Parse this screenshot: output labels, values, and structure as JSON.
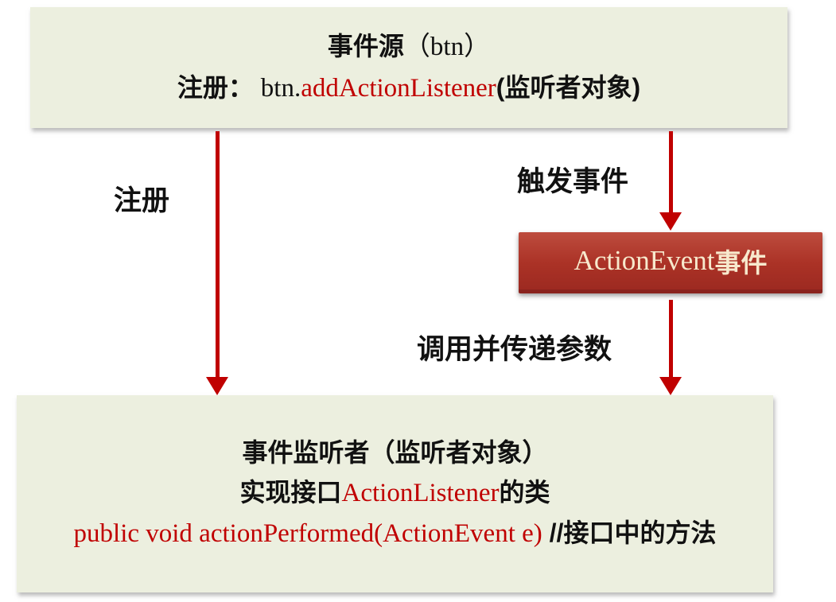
{
  "colors": {
    "canvas_bg": "#ffffff",
    "flow_box_bg": "#ecefdf",
    "arrow_red": "#c00000",
    "code_red": "#c00000",
    "text_black": "#111111",
    "event_box_gradient_top": "#bd4c3e",
    "event_box_gradient_bottom": "#9d2a21",
    "event_box_border": "#8a231e",
    "event_box_text": "#f7e9cd"
  },
  "source_box": {
    "title": {
      "cjk": "事件源",
      "paren_latin": "（btn）"
    },
    "register_line": {
      "label": "注册： ",
      "code_black": "btn.",
      "code_red": "addActionListener",
      "tail": "(监听者对象)"
    }
  },
  "edge_labels": {
    "register": "注册",
    "trigger": "触发事件",
    "invoke": "调用并传递参数"
  },
  "event_box": {
    "latin": "ActionEvent",
    "cjk": "事件"
  },
  "listener_box": {
    "line1": "事件监听者（监听者对象）",
    "line2": {
      "prefix": "实现接口",
      "interface_red": "ActionListener",
      "suffix": "的类"
    },
    "line3": {
      "code_red": "public void actionPerformed(ActionEvent e)",
      "comment": " //接口中的方法"
    }
  }
}
